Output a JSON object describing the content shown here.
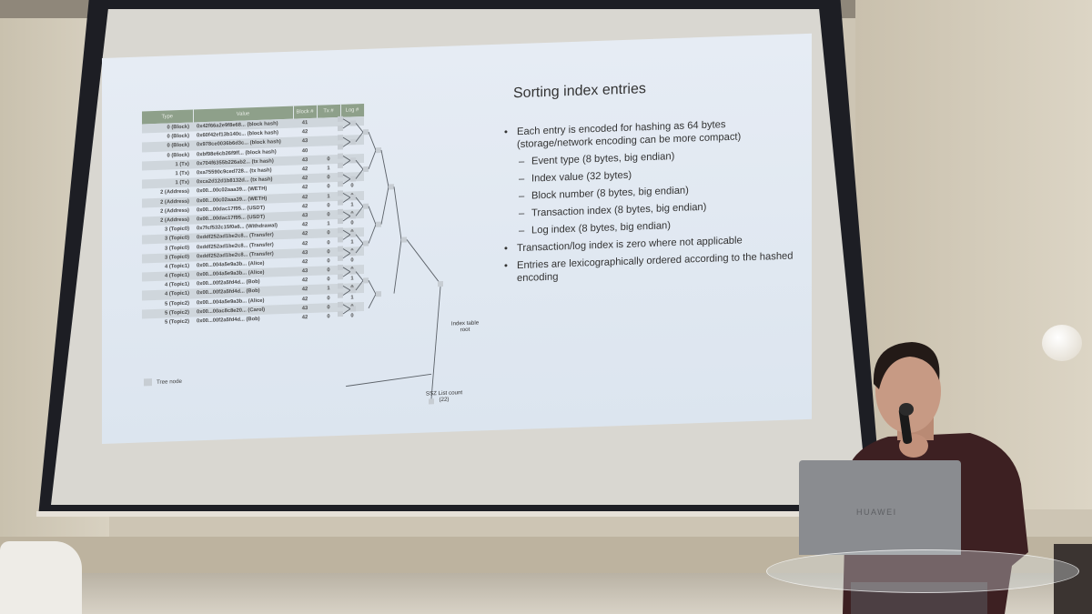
{
  "slide": {
    "title": "Sorting index entries",
    "bullets": [
      {
        "level": 1,
        "text": "Each entry is encoded for hashing as 64 bytes (storage/network encoding can be more compact)"
      },
      {
        "level": 2,
        "text": "Event type (8 bytes, big endian)"
      },
      {
        "level": 2,
        "text": "Index value (32 bytes)"
      },
      {
        "level": 2,
        "text": "Block number (8 bytes, big endian)"
      },
      {
        "level": 2,
        "text": "Transaction index (8 bytes, big endian)"
      },
      {
        "level": 2,
        "text": "Log index (8 bytes, big endian)"
      },
      {
        "level": 1,
        "text": "Transaction/log index is zero where not applicable"
      },
      {
        "level": 1,
        "text": "Entries are lexicographically ordered according to the hashed encoding"
      }
    ],
    "table": {
      "headers": [
        "Type",
        "Value",
        "Block #",
        "Tx #",
        "Log #"
      ],
      "rows": [
        [
          "0 (Block)",
          "0x42f66a2e9f8e68... (block hash)",
          "41",
          "",
          ""
        ],
        [
          "0 (Block)",
          "0x60f42ef13b140c... (block hash)",
          "42",
          "",
          ""
        ],
        [
          "0 (Block)",
          "0x978ce0036b6d3c... (block hash)",
          "43",
          "",
          ""
        ],
        [
          "0 (Block)",
          "0xbf98e6cb26f9ff... (block hash)",
          "40",
          "",
          ""
        ],
        [
          "1 (Tx)",
          "0x704f6355b226ab2... (tx hash)",
          "43",
          "0",
          ""
        ],
        [
          "1 (Tx)",
          "0xa75590c9ced728... (tx hash)",
          "42",
          "1",
          ""
        ],
        [
          "1 (Tx)",
          "0xca2d12d1b8132d... (tx hash)",
          "42",
          "0",
          ""
        ],
        [
          "2 (Address)",
          "0x00...00c02aaa39... (WETH)",
          "42",
          "0",
          "0"
        ],
        [
          "2 (Address)",
          "0x00...00c02aaa39... (WETH)",
          "42",
          "1",
          "0"
        ],
        [
          "2 (Address)",
          "0x00...00dac17f95... (USDT)",
          "42",
          "0",
          "1"
        ],
        [
          "2 (Address)",
          "0x00...00dac17f95... (USDT)",
          "43",
          "0",
          "0"
        ],
        [
          "3 (Topic0)",
          "0x7fcf532c15f0a6... (Withdrawal)",
          "42",
          "1",
          "0"
        ],
        [
          "3 (Topic0)",
          "0xddf252ad1be2c8... (Transfer)",
          "42",
          "0",
          "0"
        ],
        [
          "3 (Topic0)",
          "0xddf252ad1be2c8... (Transfer)",
          "42",
          "0",
          "1"
        ],
        [
          "3 (Topic0)",
          "0xddf252ad1be2c8... (Transfer)",
          "43",
          "0",
          "0"
        ],
        [
          "4 (Topic1)",
          "0x00...004a5e9a3b... (Alice)",
          "42",
          "0",
          "0"
        ],
        [
          "4 (Topic1)",
          "0x00...004a5e9a3b... (Alice)",
          "43",
          "0",
          "0"
        ],
        [
          "4 (Topic1)",
          "0x00...00f2a5fd4d... (Bob)",
          "42",
          "0",
          "1"
        ],
        [
          "4 (Topic1)",
          "0x00...00f2a5fd4d... (Bob)",
          "42",
          "1",
          "0"
        ],
        [
          "5 (Topic2)",
          "0x00...004a5e9a3b... (Alice)",
          "42",
          "0",
          "1"
        ],
        [
          "5 (Topic2)",
          "0x00...00ac8c8e20... (Carol)",
          "43",
          "0",
          "0"
        ],
        [
          "5 (Topic2)",
          "0x00...00f2a5fd4d... (Bob)",
          "42",
          "0",
          "0"
        ]
      ]
    },
    "tree_legend": "Tree node",
    "root_label": "Index table root",
    "ssz_label": "SSZ List count (22)"
  },
  "laptop": {
    "brand": "HUAWEI"
  },
  "colors": {
    "slide_bg": "#e4eaf2",
    "table_header": "#8ea08a",
    "row_shade": "#cfd6dc",
    "screen_frame": "#1d1e24",
    "wall": "#d3cbb9"
  }
}
